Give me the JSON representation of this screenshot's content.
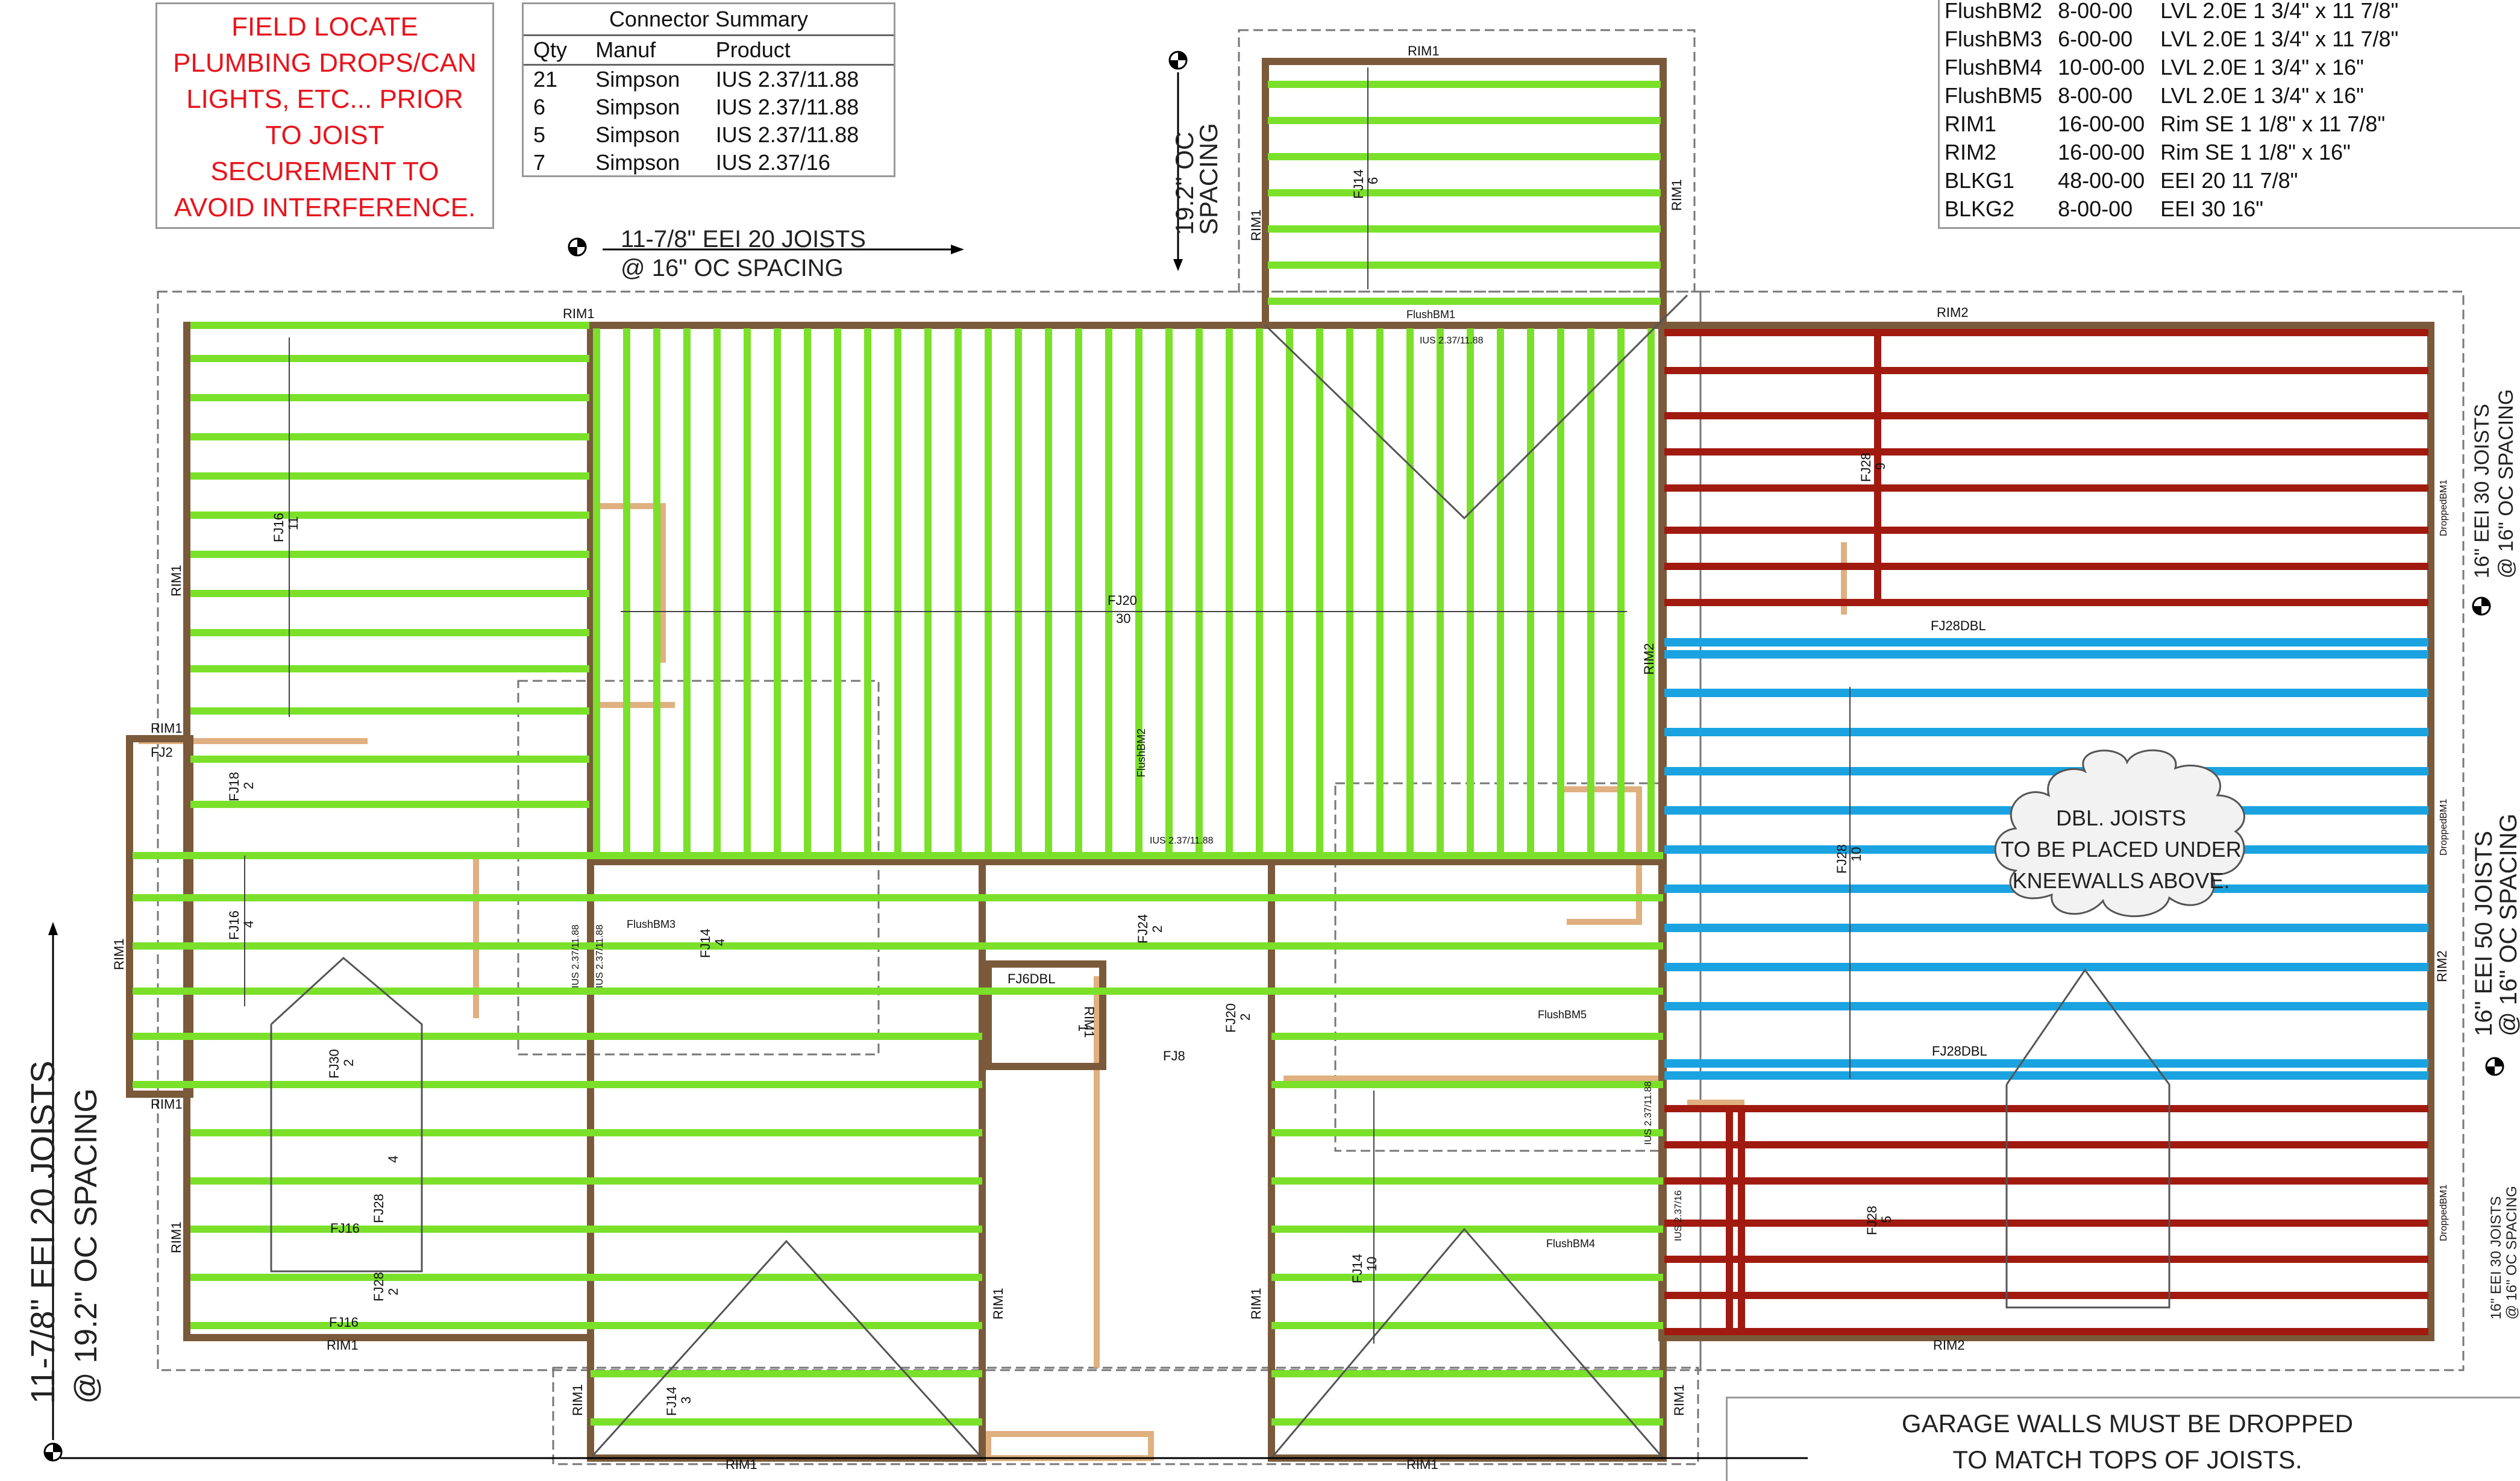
{
  "field_note": {
    "lines": [
      "FIELD LOCATE",
      "PLUMBING DROPS/CAN",
      "LIGHTS, ETC... PRIOR",
      "TO JOIST",
      "SECUREMENT TO",
      "AVOID INTERFERENCE."
    ]
  },
  "connector_summary": {
    "title": "Connector Summary",
    "headers": [
      "Qty",
      "Manuf",
      "Product"
    ],
    "rows": [
      [
        "21",
        "Simpson",
        "IUS 2.37/11.88"
      ],
      [
        "6",
        "Simpson",
        "IUS 2.37/11.88"
      ],
      [
        "5",
        "Simpson",
        "IUS 2.37/11.88"
      ],
      [
        "7",
        "Simpson",
        "IUS 2.37/16"
      ]
    ]
  },
  "materials": {
    "rows": [
      [
        "FlushBM2",
        "8-00-00",
        "LVL 2.0E 1 3/4\" x 11 7/8\""
      ],
      [
        "FlushBM3",
        "6-00-00",
        "LVL 2.0E 1 3/4\" x 11 7/8\""
      ],
      [
        "FlushBM4",
        "10-00-00",
        "LVL 2.0E 1 3/4\" x 16\""
      ],
      [
        "FlushBM5",
        "8-00-00",
        "LVL 2.0E 1 3/4\" x 16\""
      ],
      [
        "RIM1",
        "16-00-00",
        "Rim SE 1 1/8\" x 11 7/8\""
      ],
      [
        "RIM2",
        "16-00-00",
        "Rim SE 1 1/8\" x 16\""
      ],
      [
        "BLKG1",
        "48-00-00",
        "EEI 20 11 7/8\""
      ],
      [
        "BLKG2",
        "8-00-00",
        "EEI 30 16\""
      ]
    ]
  },
  "callouts": {
    "top_joists_1": "11-7/8\" EEI 20 JOISTS",
    "top_joists_2": "@ 16\" OC SPACING",
    "top_spacing_1": "19.2\" OC",
    "top_spacing_2": "SPACING",
    "left_joists_1": "11-7/8\" EEI 20 JOISTS",
    "left_joists_2": "@ 19.2\" OC SPACING",
    "right_top_1": "16\" EEI 30 JOISTS",
    "right_top_2": "@ 16\" OC SPACING",
    "right_mid_1": "16\" EEI 50 JOISTS",
    "right_mid_2": "@ 16\" OC SPACING",
    "right_bot_1": "16\" EEI 30 JOISTS",
    "right_bot_2": "@ 16\" OC SPACING"
  },
  "cloud_note": {
    "lines": [
      "DBL. JOISTS",
      "TO BE PLACED UNDER",
      "KNEEWALLS ABOVE."
    ]
  },
  "garage_note": {
    "lines": [
      "GARAGE WALLS MUST BE DROPPED",
      "TO MATCH TOPS OF JOISTS."
    ]
  },
  "labels": {
    "rim1": "RIM1",
    "rim2": "RIM2",
    "flushbm1": "FlushBM1",
    "flushbm2": "FlushBM2",
    "flushbm3": "FlushBM3",
    "flushbm4": "FlushBM4",
    "flushbm5": "FlushBM5",
    "droppedbm1": "DroppedBM1",
    "ius1188": "IUS 2.37/11.88",
    "ius16": "IUS 2.37/16",
    "fj14": "FJ14",
    "fj16": "FJ16",
    "fj18": "FJ18",
    "fj2": "FJ2",
    "fj20": "FJ20",
    "fj24": "FJ24",
    "fj28": "FJ28",
    "fj30": "FJ30",
    "fj8": "FJ8",
    "fj6dbl": "FJ6DBL",
    "fj28dbl": "FJ28DBL",
    "n1": "1",
    "n2": "2",
    "n3": "3",
    "n4": "4",
    "n5": "5",
    "n6": "6",
    "n9": "9",
    "n10": "10",
    "n11": "11",
    "n30": "30"
  },
  "colors": {
    "green_joist": "#7be02a",
    "red_joist": "#a01a10",
    "blue_joist": "#1aa3e0",
    "rim": "#7a5a3a",
    "tan": "#e0b080",
    "note_red": "#e8141c"
  }
}
